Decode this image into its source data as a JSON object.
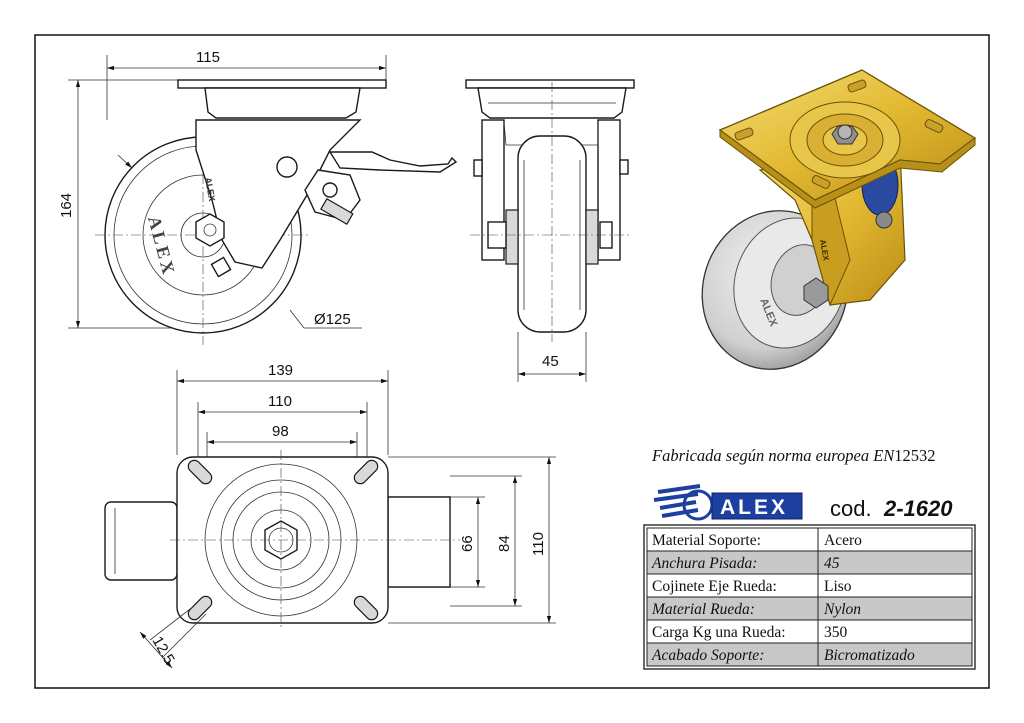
{
  "dimensions": {
    "side_width": "115",
    "side_height": "164",
    "wheel_diameter": "Ø125",
    "tread_width": "45",
    "plate_length": "139",
    "hole_spacing_long": "110",
    "hole_spacing_short": "98",
    "plate_width": "110",
    "inner_84": "84",
    "inner_66": "66",
    "hole_diameter": "12.5"
  },
  "standard_note": {
    "prefix": "Fabricada según norma europea EN",
    "number": "12532"
  },
  "brand": {
    "logo_text": "ALEX",
    "cod_label": "cod.",
    "cod_value": "2-1620",
    "logo_color": "#1c3fa0"
  },
  "wheel_labels": {
    "side_emboss": "ALEX",
    "iso_emboss": "ALEX",
    "fork_mark": "ALEX"
  },
  "specs": [
    {
      "label": "Material Soporte:",
      "value": "Acero",
      "shaded": false
    },
    {
      "label": "Anchura Pisada:",
      "value": "45",
      "shaded": true
    },
    {
      "label": "Cojinete Eje Rueda:",
      "value": "Liso",
      "shaded": false
    },
    {
      "label": "Material Rueda:",
      "value": "Nylon",
      "shaded": true
    },
    {
      "label": "Carga Kg una Rueda:",
      "value": "350",
      "shaded": false
    },
    {
      "label": "Acabado Soporte:",
      "value": "Bicromatizado",
      "shaded": true
    }
  ],
  "colors": {
    "yellow_zinc": "#e8c23a",
    "yellow_dark": "#b8901a",
    "row_shade": "#c8c8c8"
  }
}
